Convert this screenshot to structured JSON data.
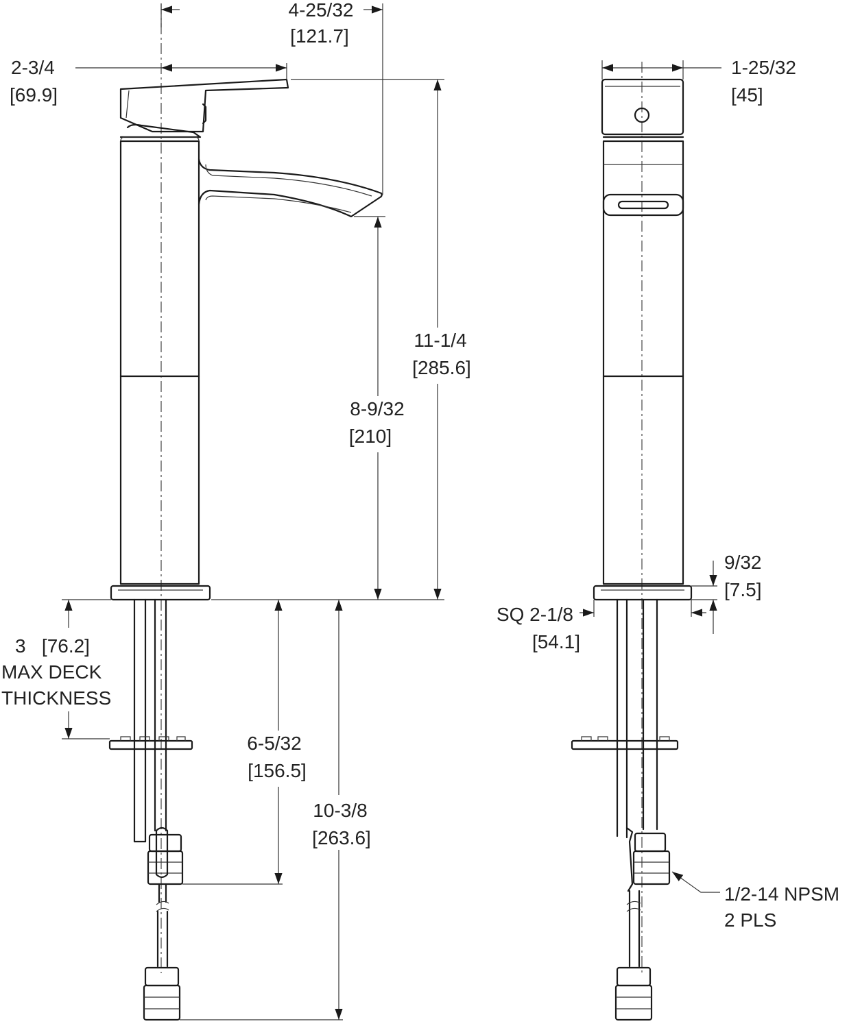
{
  "dimensions": {
    "spout_reach": {
      "frac": "4-25/32",
      "mm": "[121.7]"
    },
    "handle_length": {
      "frac": "2-3/4",
      "mm": "[69.9]"
    },
    "handle_width": {
      "frac": "1-25/32",
      "mm": "[45]"
    },
    "overall_height": {
      "frac": "11-1/4",
      "mm": "[285.6]"
    },
    "spout_height": {
      "frac": "8-9/32",
      "mm": "[210]"
    },
    "base_height": {
      "frac": "9/32",
      "mm": "[7.5]"
    },
    "base_square": {
      "frac": "SQ 2-1/8",
      "mm": "[54.1]"
    },
    "deck_thickness": {
      "line1": "3   [76.2]",
      "line2": "MAX DECK",
      "line3": "THICKNESS"
    },
    "shank_length": {
      "frac": "6-5/32",
      "mm": "[156.5]"
    },
    "supply_length": {
      "frac": "10-3/8",
      "mm": "[263.6]"
    },
    "connection": {
      "line1": "1/2-14 NPSM",
      "line2": "2 PLS"
    }
  }
}
